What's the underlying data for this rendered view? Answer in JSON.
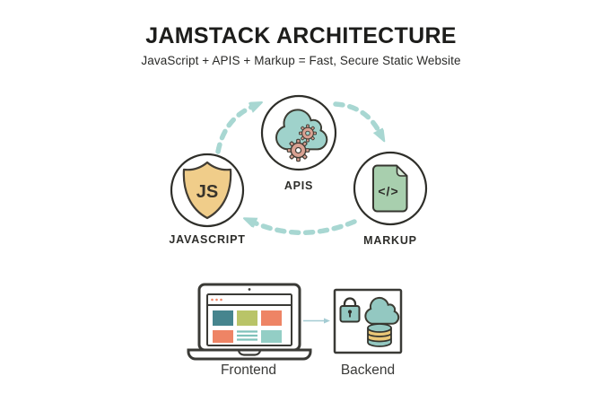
{
  "header": {
    "title": "JAMSTACK ARCHITECTURE",
    "subtitle": "JavaScript + APIS + Markup = Fast, Secure Static Website"
  },
  "cycle": {
    "nodes": [
      {
        "id": "javascript",
        "label": "JAVASCRIPT",
        "icon": "js-shield-icon",
        "badge_text": "JS",
        "icon_color": "#f0cd8a"
      },
      {
        "id": "apis",
        "label": "APIS",
        "icon": "cloud-gears-icon",
        "icon_color": "#9fd2cb"
      },
      {
        "id": "markup",
        "label": "MARKUP",
        "icon": "code-document-icon",
        "badge_text": "</>",
        "icon_color": "#a8cfae"
      }
    ],
    "flows": [
      {
        "from": "JAVASCRIPT",
        "to": "APIS"
      },
      {
        "from": "APIS",
        "to": "MARKUP"
      },
      {
        "from": "MARKUP",
        "to": "JAVASCRIPT"
      }
    ]
  },
  "deployment": {
    "frontend": {
      "label": "Frontend",
      "icon": "laptop-browser-icon"
    },
    "backend": {
      "label": "Backend",
      "icons": [
        "padlock-icon",
        "cloud-icon",
        "database-icon"
      ]
    },
    "flow": {
      "from": "Frontend",
      "to": "Backend"
    }
  },
  "colors": {
    "arrow_teal": "#a8d7d2",
    "outline_dark": "#2e2e29",
    "shield_gold": "#f0cd8a",
    "cloud_teal": "#9fd2cb",
    "backend_teal": "#93c8c1",
    "gear_salmon": "#d9a192",
    "document_green": "#a8cfae",
    "salmon_block": "#ee8465",
    "olive_block": "#b9c468",
    "deep_teal_block": "#46858e",
    "light_teal_block": "#93cec5",
    "database_gold": "#eac878",
    "connector_blue": "#a4ccd3"
  }
}
